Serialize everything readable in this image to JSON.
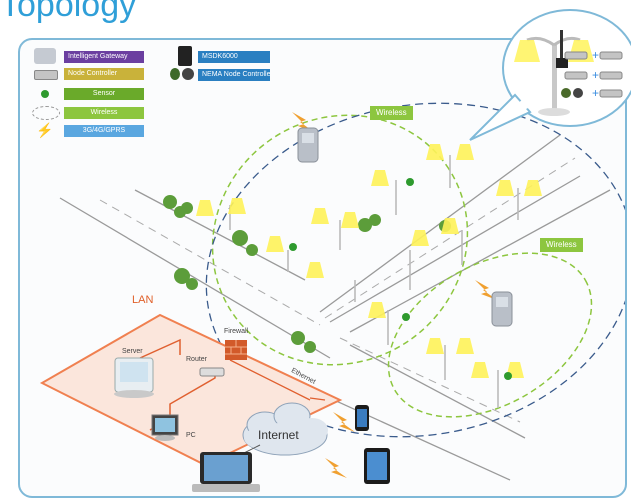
{
  "title": "Topology",
  "legend": {
    "gateway": "Intelligent Gateway",
    "msdk": "MSDK6000",
    "node_controller": "Node Controller",
    "nema": "NEMA Node Controller",
    "sensor": "Sensor",
    "wireless": "Wireless",
    "cellular": "3G/4G/GPRS"
  },
  "labels": {
    "wireless_top": "Wireless",
    "wireless_right": "Wireless",
    "lan": "LAN",
    "server": "Server",
    "router": "Router",
    "firewall": "Firewall",
    "pc": "PC",
    "ethernet": "Ethernet",
    "internet": "Internet"
  },
  "colors": {
    "title": "#2f9fd8",
    "legend_purple": "#6b3fa0",
    "legend_yellow": "#c9b23a",
    "legend_green": "#6aaa2a",
    "legend_wireless": "#8dc63f",
    "legend_blue": "#2a7fc1",
    "lan_orange": "#f08050"
  }
}
